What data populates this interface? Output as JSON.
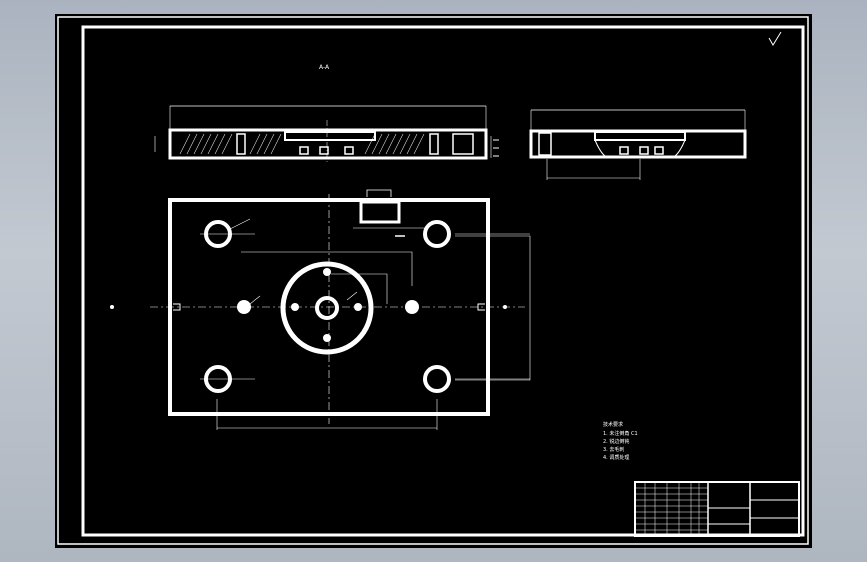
{
  "drawing": {
    "background": "#000000",
    "line_color": "#ffffff",
    "view_label": "A-A",
    "dim_top_length": "",
    "dim_side_length": "",
    "roughness_mark": "",
    "tech_requirements": {
      "heading": "技术要求",
      "items": [
        "1. 未注倒角 C1",
        "2. 锐边倒钝",
        "3. 去毛刺",
        "4. 调质处理"
      ]
    },
    "title_block": {
      "part_name": "",
      "drawing_no": "",
      "material": ""
    }
  }
}
